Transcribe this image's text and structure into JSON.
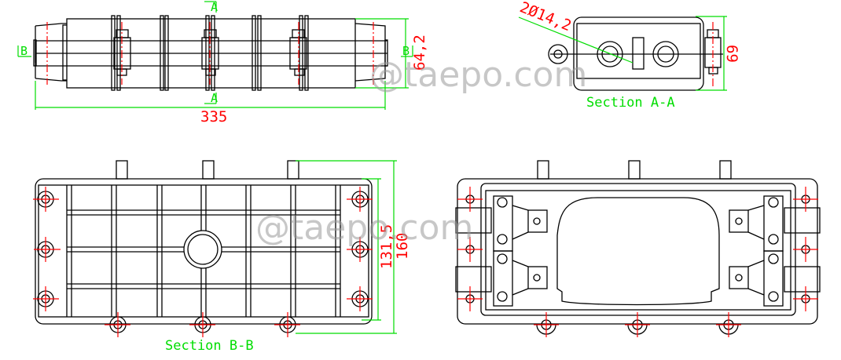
{
  "drawing": {
    "top_view": {
      "overall_length": "335",
      "height": "64,2",
      "section_marker_a_top": "A",
      "section_marker_a_bottom": "A",
      "section_marker_b_left": "B",
      "section_marker_b_right": "B"
    },
    "section_a_a": {
      "label": "Section A-A",
      "hole_dimension": "2Ø14,2",
      "height": "69"
    },
    "section_b_b": {
      "label": "Section B-B",
      "inner_height": "131,5",
      "outer_height": "160"
    },
    "inside_view": {},
    "watermarks": [
      "@taepo.com",
      "@taepo.com"
    ],
    "colors": {
      "outline": "#000000",
      "centerline": "#ff0000",
      "dimension_line": "#00dd00",
      "dimension_text": "#ff0000",
      "watermark": "#9a9a9a"
    }
  }
}
